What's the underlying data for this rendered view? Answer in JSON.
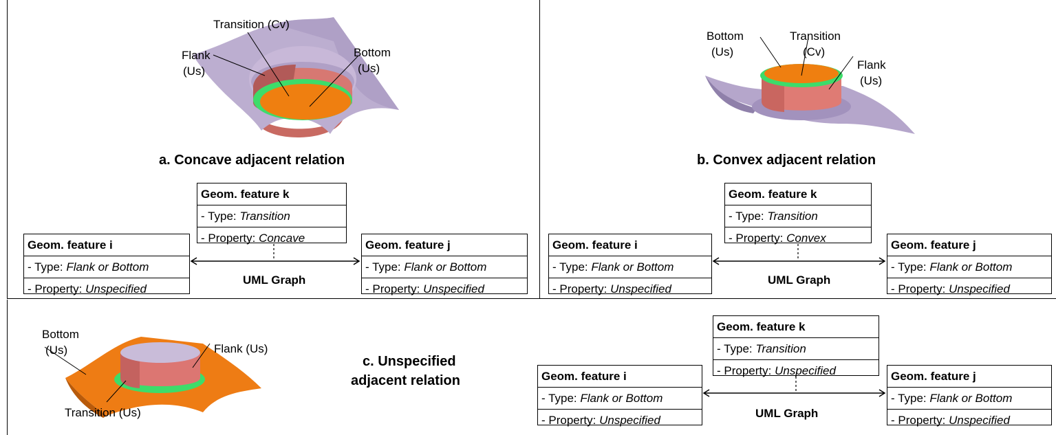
{
  "panels": {
    "a": {
      "caption": "a. Concave adjacent relation",
      "labels": {
        "transition": "Transition (Cv)",
        "flank_l1": "Flank",
        "flank_l2": "(Us)",
        "bottom_l1": "Bottom",
        "bottom_l2": "(Us)"
      },
      "graph": {
        "label": "UML Graph",
        "k": {
          "title": "Geom. feature k",
          "type_key": "- Type: ",
          "type_val": "Transition",
          "prop_key": "- Property: ",
          "prop_val": "Concave"
        },
        "i": {
          "title": "Geom. feature i",
          "type_key": "- Type: ",
          "type_val": "Flank or Bottom",
          "prop_key": "- Property: ",
          "prop_val": "Unspecified"
        },
        "j": {
          "title": "Geom. feature j",
          "type_key": "- Type: ",
          "type_val": "Flank or Bottom",
          "prop_key": "- Property: ",
          "prop_val": "Unspecified"
        }
      }
    },
    "b": {
      "caption": "b. Convex adjacent relation",
      "labels": {
        "bottom_l1": "Bottom",
        "bottom_l2": "(Us)",
        "transition_l1": "Transition",
        "transition_l2": "(Cv)",
        "flank_l1": "Flank",
        "flank_l2": "(Us)"
      },
      "graph": {
        "label": "UML Graph",
        "k": {
          "title": "Geom. feature k",
          "type_key": "- Type: ",
          "type_val": "Transition",
          "prop_key": "- Property: ",
          "prop_val": "Convex"
        },
        "i": {
          "title": "Geom. feature i",
          "type_key": "- Type: ",
          "type_val": "Flank or Bottom",
          "prop_key": "- Property: ",
          "prop_val": "Unspecified"
        },
        "j": {
          "title": "Geom. feature j",
          "type_key": "- Type: ",
          "type_val": "Flank or Bottom",
          "prop_key": "- Property: ",
          "prop_val": "Unspecified"
        }
      }
    },
    "c": {
      "caption_l1": "c. Unspecified",
      "caption_l2": "adjacent relation",
      "labels": {
        "bottom_l1": "Bottom",
        "bottom_l2": "(Us)",
        "flank": "Flank (Us)",
        "transition": "Transition (Us)"
      },
      "graph": {
        "label": "UML Graph",
        "k": {
          "title": "Geom. feature k",
          "type_key": "- Type: ",
          "type_val": "Transition",
          "prop_key": "- Property: ",
          "prop_val": "Unspecified"
        },
        "i": {
          "title": "Geom. feature i",
          "type_key": "- Type: ",
          "type_val": "Flank or Bottom",
          "prop_key": "- Property: ",
          "prop_val": "Unspecified"
        },
        "j": {
          "title": "Geom. feature j",
          "type_key": "- Type: ",
          "type_val": "Flank or Bottom",
          "prop_key": "- Property: ",
          "prop_val": "Unspecified"
        }
      }
    }
  },
  "colors": {
    "sheet": "#b8a8cc",
    "flank": "#d9736f",
    "bottom": "#ee7f12",
    "transition": "#3ddc6a"
  }
}
